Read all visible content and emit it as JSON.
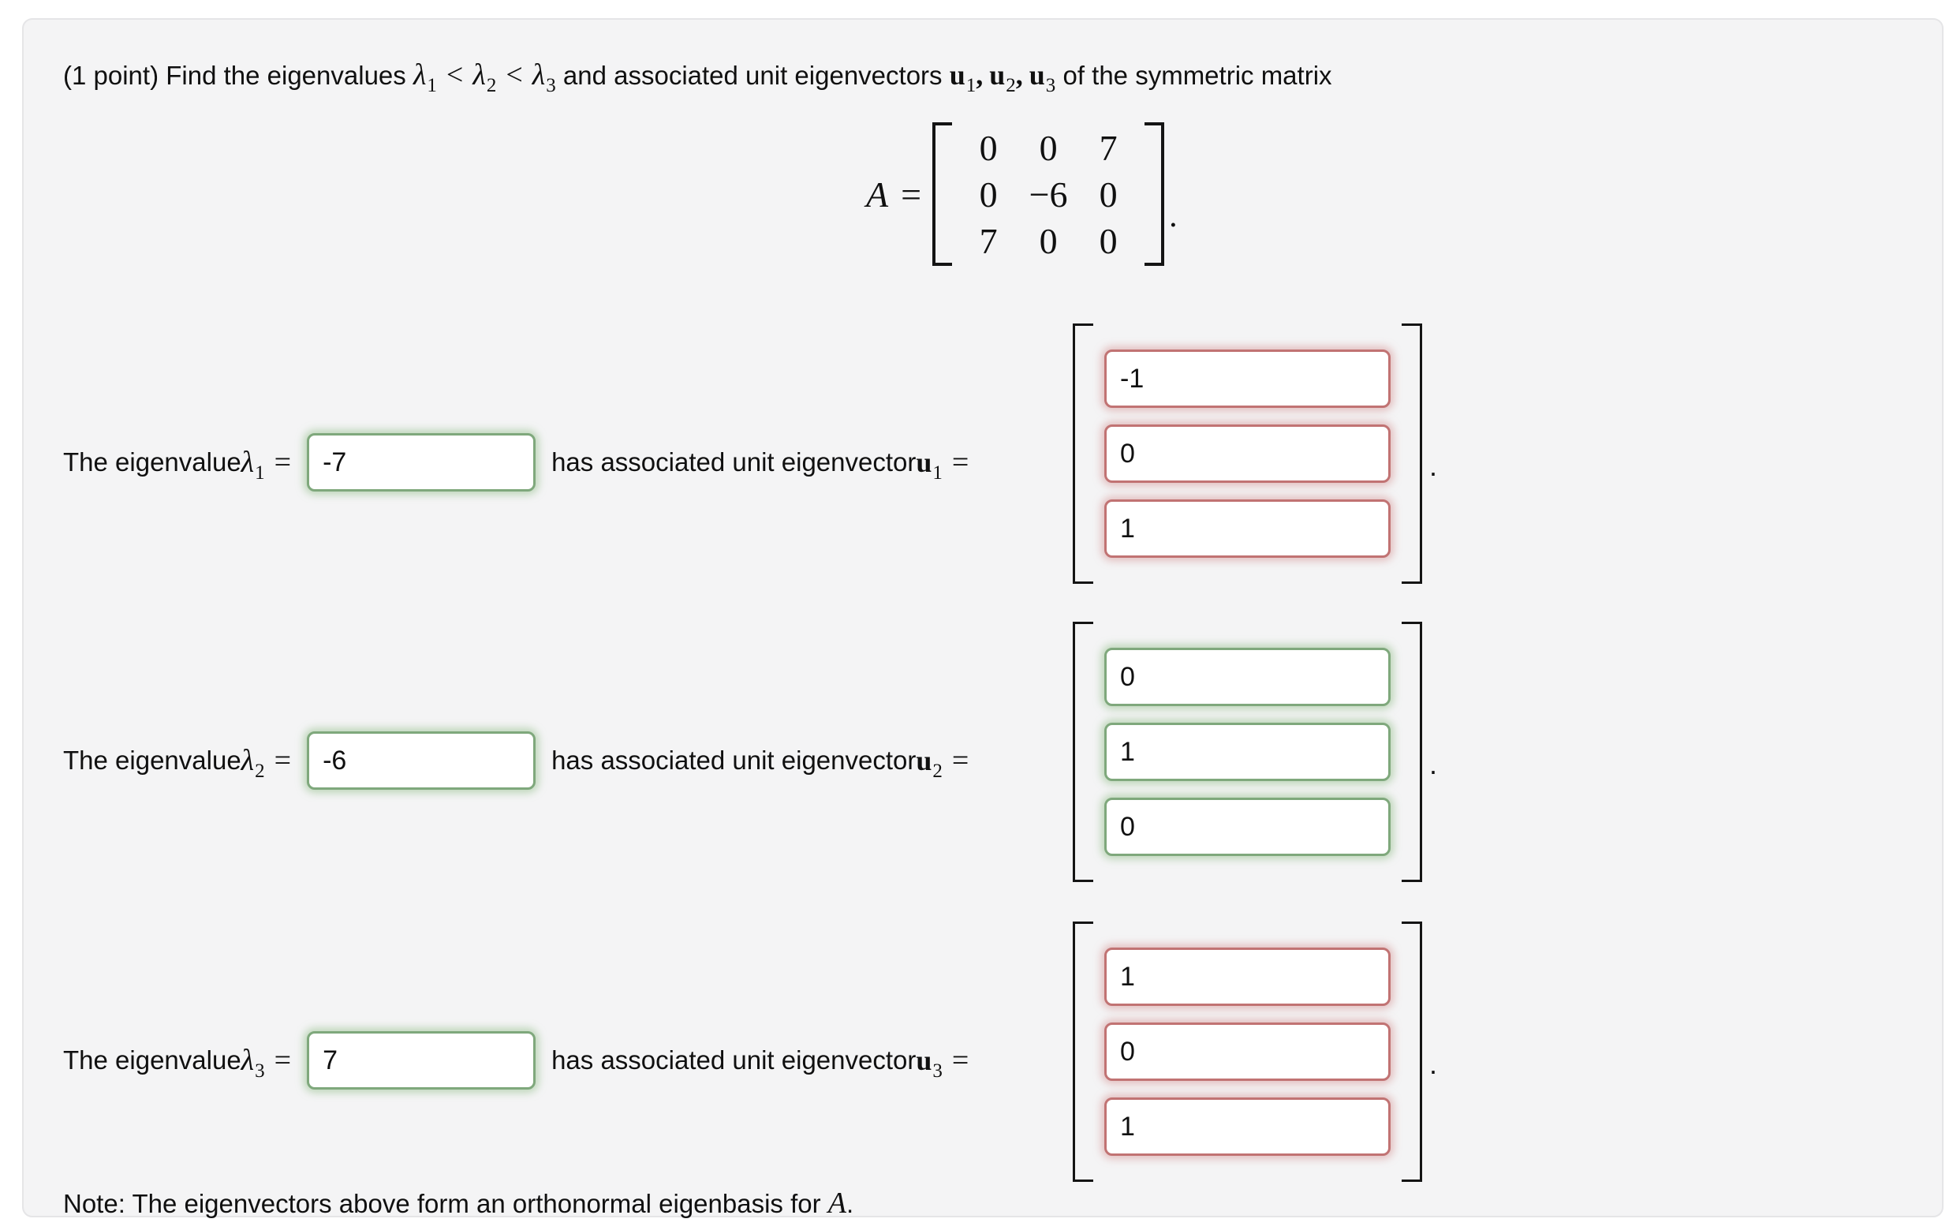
{
  "colors": {
    "page_bg": "#ffffff",
    "panel_bg": "#f4f4f5",
    "panel_border": "#e5e5e7",
    "correct_border": "#7fa87c",
    "incorrect_border": "#c17373",
    "text": "#101010"
  },
  "symbols": {
    "equals": "=",
    "lt": "<",
    "comma": ",",
    "period": "."
  },
  "statement": {
    "prefix": "(1 point) Find the eigenvalues ",
    "lambda": "λ",
    "subs": [
      "1",
      "2",
      "3"
    ],
    "mid": " and associated unit eigenvectors ",
    "u": "u",
    "suffix": " of the symmetric matrix"
  },
  "matrix": {
    "lhs": "A",
    "cells": [
      [
        "0",
        "0",
        "7"
      ],
      [
        "0",
        "−6",
        "0"
      ],
      [
        "7",
        "0",
        "0"
      ]
    ]
  },
  "rows": [
    {
      "label_prefix": "The eigenvalue ",
      "lambda": "λ",
      "lambda_sub": "1",
      "eigenvalue_value": "-7",
      "eigenvalue_state": "correct",
      "mid_text": "has associated unit eigenvector ",
      "u": "u",
      "u_sub": "1",
      "vector_values": [
        "-1",
        "0",
        "1"
      ],
      "vector_state": "incorrect"
    },
    {
      "label_prefix": "The eigenvalue ",
      "lambda": "λ",
      "lambda_sub": "2",
      "eigenvalue_value": "-6",
      "eigenvalue_state": "correct",
      "mid_text": "has associated unit eigenvector ",
      "u": "u",
      "u_sub": "2",
      "vector_values": [
        "0",
        "1",
        "0"
      ],
      "vector_state": "correct"
    },
    {
      "label_prefix": "The eigenvalue ",
      "lambda": "λ",
      "lambda_sub": "3",
      "eigenvalue_value": "7",
      "eigenvalue_state": "correct",
      "mid_text": "has associated unit eigenvector ",
      "u": "u",
      "u_sub": "3",
      "vector_values": [
        "1",
        "0",
        "1"
      ],
      "vector_state": "incorrect"
    }
  ],
  "note": {
    "prefix": "Note: The eigenvectors above form an orthonormal eigenbasis for ",
    "math": "A"
  }
}
